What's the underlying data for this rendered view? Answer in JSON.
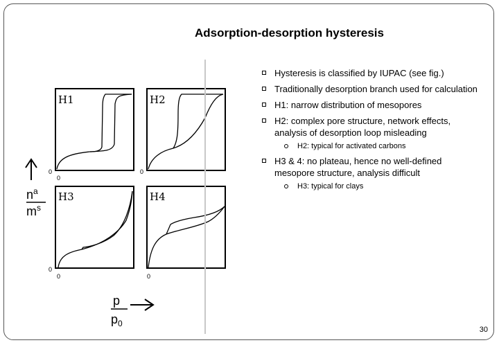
{
  "slide": {
    "title": "Adsorption-desorption hysteresis",
    "page_number": "30",
    "bullets": [
      {
        "text": "Hysteresis is classified by IUPAC (see fig.)"
      },
      {
        "text": "Traditionally desorption branch used for calculation"
      },
      {
        "text": "H1: narrow distribution of mesopores"
      },
      {
        "text": "H2: complex pore structure, network effects, analysis of desorption loop misleading",
        "sub": "H2: typical for activated carbons"
      },
      {
        "text": "H3 & 4: no plateau, hence no well-defined mesopore structure, analysis difficult",
        "sub": "H3: typical for clays"
      }
    ]
  },
  "figure": {
    "panels": [
      {
        "label": "H1"
      },
      {
        "label": "H2"
      },
      {
        "label": "H3"
      },
      {
        "label": "H4"
      }
    ],
    "zero_label": "0",
    "y_axis_label": {
      "top": "n",
      "top_sup": "a",
      "bottom": "m",
      "bottom_sup": "s"
    },
    "x_axis_label": {
      "top": "p",
      "bottom": "p",
      "bottom_sub": "0"
    },
    "colors": {
      "curve": "#000000",
      "frame": "#000000"
    }
  }
}
